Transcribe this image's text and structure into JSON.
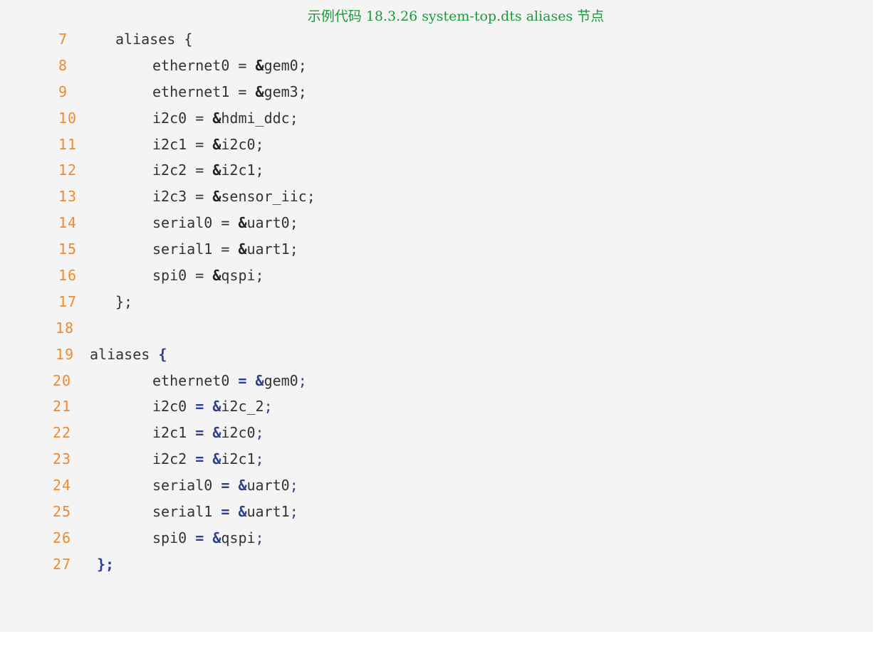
{
  "caption": "示例代码 18.3.26 system-top.dts aliases 节点",
  "block1": {
    "open": {
      "num": "7",
      "text": "aliases {"
    },
    "entries": [
      {
        "num": "8",
        "name": "ethernet0",
        "eq": "=",
        "amp": "&",
        "ref": "gem0",
        "semi": ";"
      },
      {
        "num": "9",
        "name": "ethernet1",
        "eq": "=",
        "amp": "&",
        "ref": "gem3",
        "semi": ";"
      },
      {
        "num": "10",
        "name": "i2c0",
        "eq": "=",
        "amp": "&",
        "ref": "hdmi_ddc",
        "semi": ";"
      },
      {
        "num": "11",
        "name": "i2c1",
        "eq": "=",
        "amp": "&",
        "ref": "i2c0",
        "semi": ";"
      },
      {
        "num": "12",
        "name": "i2c2",
        "eq": "=",
        "amp": "&",
        "ref": "i2c1",
        "semi": ";"
      },
      {
        "num": "13",
        "name": "i2c3",
        "eq": "=",
        "amp": "&",
        "ref": "sensor_iic",
        "semi": ";"
      },
      {
        "num": "14",
        "name": "serial0",
        "eq": "=",
        "amp": "&",
        "ref": "uart0",
        "semi": ";"
      },
      {
        "num": "15",
        "name": "serial1",
        "eq": "=",
        "amp": "&",
        "ref": "uart1",
        "semi": ";"
      },
      {
        "num": "16",
        "name": "spi0",
        "eq": "=",
        "amp": "&",
        "ref": "qspi",
        "semi": ";"
      }
    ],
    "close": {
      "num": "17",
      "text": "};"
    }
  },
  "blank": {
    "num": "18"
  },
  "block2": {
    "open": {
      "num": "19",
      "keyword": "aliases",
      "brace": "{"
    },
    "entries": [
      {
        "num": "20",
        "name": "ethernet0",
        "eq": "=",
        "amp": "&",
        "ref": "gem0",
        "semi": ";"
      },
      {
        "num": "21",
        "name": "i2c0",
        "eq": "=",
        "amp": "&",
        "ref": "i2c_2",
        "semi": ";"
      },
      {
        "num": "22",
        "name": "i2c1",
        "eq": "=",
        "amp": "&",
        "ref": "i2c0",
        "semi": ";"
      },
      {
        "num": "23",
        "name": "i2c2",
        "eq": "=",
        "amp": "&",
        "ref": "i2c1",
        "semi": ";"
      },
      {
        "num": "24",
        "name": "serial0",
        "eq": "=",
        "amp": "&",
        "ref": "uart0",
        "semi": ";"
      },
      {
        "num": "25",
        "name": "serial1",
        "eq": "=",
        "amp": "&",
        "ref": "uart1",
        "semi": ";"
      },
      {
        "num": "26",
        "name": "spi0",
        "eq": "=",
        "amp": "&",
        "ref": "qspi",
        "semi": ";"
      }
    ],
    "close": {
      "num": "27",
      "text": "};"
    }
  },
  "colors": {
    "line_number": "#ef8a30",
    "caption": "#1a9a3a",
    "background": "#f4f4f4",
    "operator_blue": "#2f3f8f"
  }
}
